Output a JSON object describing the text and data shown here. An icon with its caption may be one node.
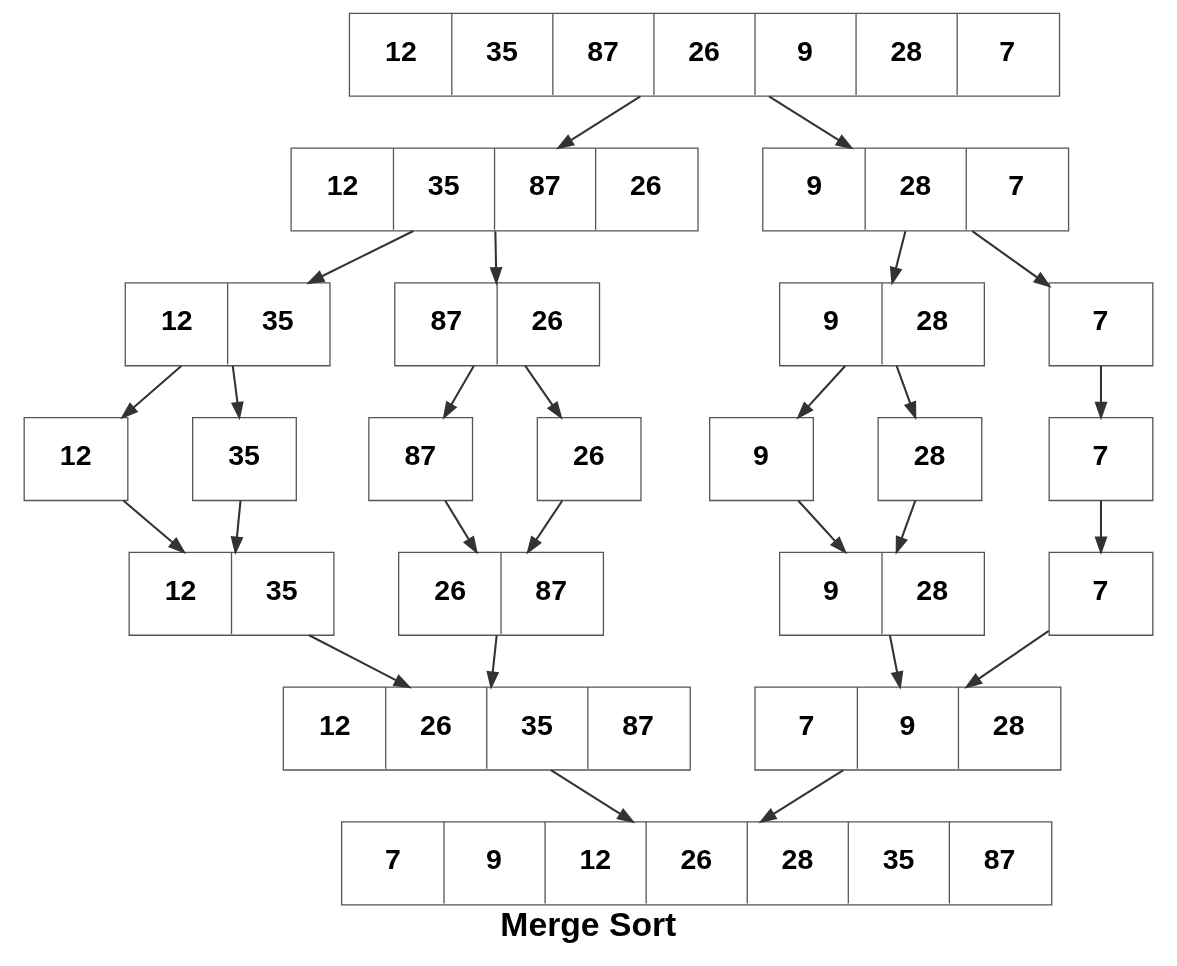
{
  "diagram": {
    "caption": "Merge Sort",
    "nodes": [
      {
        "text": [
          "12",
          "35",
          "87",
          "26",
          "9",
          "28",
          "7"
        ]
      },
      {
        "text": [
          "12",
          "35",
          "87",
          "26"
        ]
      },
      {
        "text": [
          "9",
          "28",
          "7"
        ]
      },
      {
        "text": [
          "12",
          "35"
        ]
      },
      {
        "text": [
          "87",
          "26"
        ]
      },
      {
        "text": [
          "9",
          "28"
        ]
      },
      {
        "text": [
          "7"
        ]
      },
      {
        "text": [
          "12"
        ]
      },
      {
        "text": [
          "35"
        ]
      },
      {
        "text": [
          "87"
        ]
      },
      {
        "text": [
          "26"
        ]
      },
      {
        "text": [
          "9"
        ]
      },
      {
        "text": [
          "28"
        ]
      },
      {
        "text": [
          "7"
        ]
      },
      {
        "text": [
          "12",
          "35"
        ]
      },
      {
        "text": [
          "26",
          "87"
        ]
      },
      {
        "text": [
          "9",
          "28"
        ]
      },
      {
        "text": [
          "7"
        ]
      },
      {
        "text": [
          "12",
          "26",
          "35",
          "87"
        ]
      },
      {
        "text": [
          "7",
          "9",
          "28"
        ]
      },
      {
        "text": [
          "7",
          "9",
          "12",
          "26",
          "28",
          "35",
          "87"
        ]
      }
    ],
    "edges": [
      {
        "from": 0,
        "to": 1,
        "arrow": "to"
      },
      {
        "from": 0,
        "to": 2,
        "arrow": "to"
      },
      {
        "from": 1,
        "to": 3,
        "arrow": "to"
      },
      {
        "from": 1,
        "to": 4,
        "arrow": "to"
      },
      {
        "from": 2,
        "to": 5,
        "arrow": "to"
      },
      {
        "from": 2,
        "to": 6,
        "arrow": "to"
      },
      {
        "from": 3,
        "to": 7,
        "arrow": "to"
      },
      {
        "from": 3,
        "to": 8,
        "arrow": "to"
      },
      {
        "from": 4,
        "to": 9,
        "arrow": "to"
      },
      {
        "from": 4,
        "to": 10,
        "arrow": "to"
      },
      {
        "from": 5,
        "to": 11,
        "arrow": "to"
      },
      {
        "from": 5,
        "to": 12,
        "arrow": "to"
      },
      {
        "from": 6,
        "to": 13,
        "arrow": "to"
      },
      {
        "from": 7,
        "to": 14,
        "arrow": "to"
      },
      {
        "from": 8,
        "to": 14,
        "arrow": "to"
      },
      {
        "from": 9,
        "to": 15,
        "arrow": "to"
      },
      {
        "from": 10,
        "to": 15,
        "arrow": "to"
      },
      {
        "from": 11,
        "to": 16,
        "arrow": "to"
      },
      {
        "from": 12,
        "to": 16,
        "arrow": "to"
      },
      {
        "from": 13,
        "to": 17,
        "arrow": "to"
      },
      {
        "from": 14,
        "to": 18,
        "arrow": "to"
      },
      {
        "from": 15,
        "to": 18,
        "arrow": "to"
      },
      {
        "from": 16,
        "to": 19,
        "arrow": "to"
      },
      {
        "from": 17,
        "to": 19,
        "arrow": "to"
      },
      {
        "from": 18,
        "to": 20,
        "arrow": "to"
      },
      {
        "from": 19,
        "to": 20,
        "arrow": "to"
      }
    ]
  }
}
